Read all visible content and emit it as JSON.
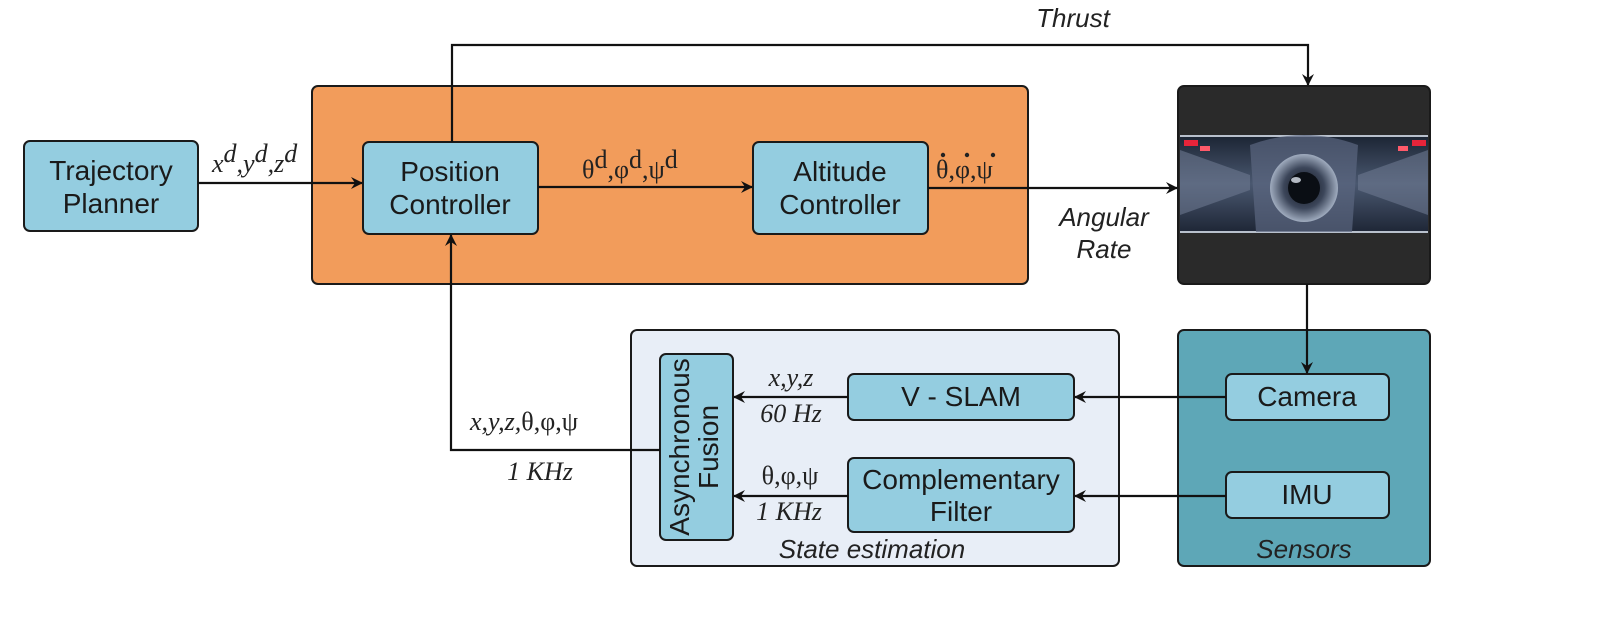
{
  "colors": {
    "block_fill": "#94cde0",
    "controller_region": "#f29c5b",
    "state_region": "#e8eef7",
    "sensor_region": "#5ea7b7",
    "drone_region": "#2a2a2a",
    "stroke": "#1a1a1a"
  },
  "blocks": {
    "trajectory_planner": [
      "Trajectory",
      "Planner"
    ],
    "position_controller": [
      "Position",
      "Controller"
    ],
    "altitude_controller": [
      "Altitude",
      "Controller"
    ],
    "asynchronous_fusion": [
      "Asynchronous",
      "Fusion"
    ],
    "vslam": "V - SLAM",
    "complementary_filter": [
      "Complementary",
      "Filter"
    ],
    "camera": "Camera",
    "imu": "IMU"
  },
  "regions": {
    "state_estimation": "State estimation",
    "sensors": "Sensors"
  },
  "signals": {
    "thrust": "Thrust",
    "angular_rate": [
      "Angular",
      "Rate"
    ],
    "desired_position": {
      "x": "x",
      "y": "y",
      "z": "z",
      "sup": "d"
    },
    "desired_attitude": {
      "theta": "θ",
      "phi": "φ",
      "psi": "ψ",
      "sup": "d"
    },
    "rates": {
      "theta": "θ",
      "phi": "φ",
      "psi": "ψ"
    },
    "fused_state": {
      "xyz": "x,y,z,",
      "theta": "θ",
      "phi": "φ",
      "psi": "ψ",
      "rate": "1 KHz"
    },
    "vslam_out": {
      "xyz": "x,y,z",
      "rate": "60 Hz"
    },
    "filter_out": {
      "angles": "θ,φ,ψ",
      "rate": "1 KHz"
    }
  },
  "icons": {
    "drone_image": "drone-camera-view-icon"
  }
}
